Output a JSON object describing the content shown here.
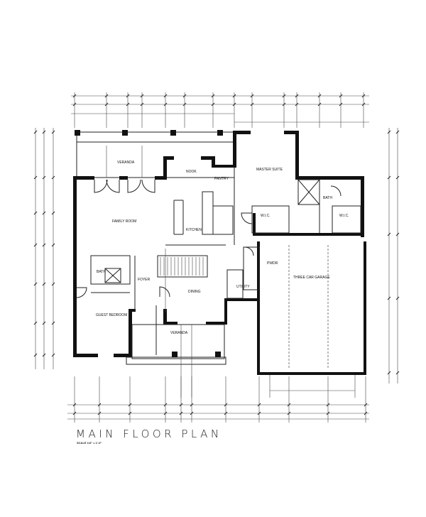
{
  "title": "MAIN FLOOR PLAN",
  "scale": "SCALE 1/4\" = 1'-0\"",
  "rooms": {
    "veranda_rear": "VERANDA",
    "nook": "NOOK",
    "pantry": "PANTRY",
    "kitchen": "KITCHEN",
    "family_room": "FAMILY ROOM",
    "master_suite": "MASTER SUITE",
    "master_wic": "W.I.C.",
    "master_bath": "BATH",
    "wic2": "W.I.C.",
    "powder": "PWDR",
    "garage": "THREE CAR GARAGE",
    "utility": "UTILITY",
    "dining": "DINING",
    "foyer": "FOYER",
    "bath": "BATH",
    "guest_bedroom": "GUEST BEDROOM",
    "veranda_front": "VERANDA"
  }
}
